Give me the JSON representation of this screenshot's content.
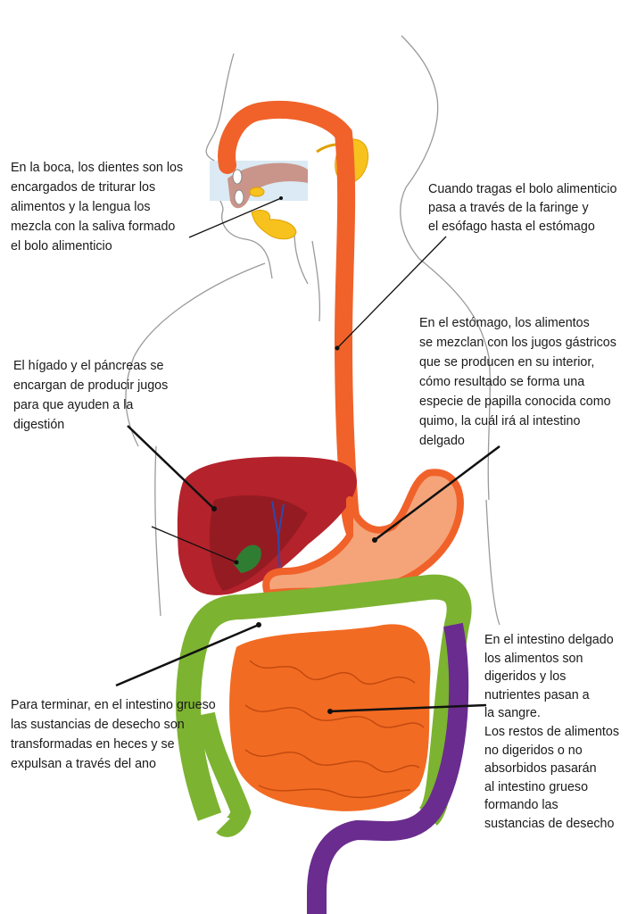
{
  "annotations": {
    "mouth": [
      "En la boca, los dientes son los",
      "encargados de triturar los",
      "alimentos y la lengua los",
      "mezcla con la saliva formado",
      "el bolo alimenticio"
    ],
    "swallow": [
      "Cuando tragas el bolo alimenticio",
      "pasa a través de la faringe y",
      "el esófago hasta el estómago"
    ],
    "stomach": [
      "En el estómago, los alimentos",
      "se mezclan con los jugos gástricos",
      "que se producen en su interior,",
      "cómo resultado se forma una",
      "especie de papilla conocida como",
      "quimo, la cuál irá al intestino",
      "delgado"
    ],
    "liver": [
      "El hígado y el páncreas se",
      "encargan de producir jugos",
      "para que ayuden a la",
      "digestión"
    ],
    "small_intestine": [
      "En el intestino delgado",
      "los alimentos son",
      "digeridos y los",
      "nutrientes pasan a",
      "la sangre.",
      "Los restos de alimentos",
      "no digeridos o no",
      "absorbidos pasarán",
      "al intestino grueso",
      "formando las",
      "sustancias de desecho"
    ],
    "large_intestine": [
      "Para terminar, en el intestino grueso",
      "las sustancias de desecho son",
      "transformadas en heces y se",
      "expulsan a través del ano"
    ]
  },
  "colors": {
    "esophagus": "#f0622a",
    "stomach_fill": "#f5a47a",
    "liver": "#b4222b",
    "large_intestine": "#7cb331",
    "colon_descending": "#6a2c8e",
    "small_intestine": "#f26b22",
    "salivary": "#f7c21e",
    "gallbladder": "#2f7d33",
    "ducts": "#2a4bb0"
  }
}
